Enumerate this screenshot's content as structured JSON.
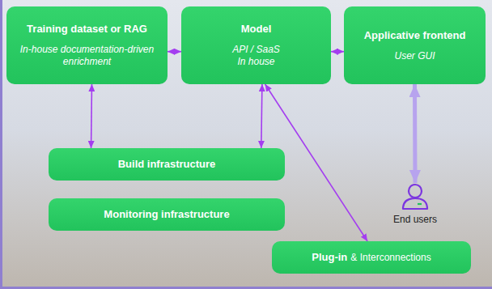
{
  "diagram": {
    "nodes": [
      {
        "text": [
          "Training dataset or RAG",
          "In-house documentation-driven enrichment"
        ]
      },
      {
        "text": [
          "Model",
          "API / SaaS",
          "In house"
        ]
      },
      {
        "text": [
          "Applicative frontend",
          "User GUI"
        ]
      },
      {
        "text": [
          "Build infrastructure"
        ]
      },
      {
        "text": [
          "End users"
        ]
      },
      {
        "text": [
          "Monitoring infrastructure"
        ]
      },
      {
        "text": [
          "Plug-in",
          "& Interconnections"
        ]
      }
    ],
    "edges": [
      {
        "from": 0,
        "to": 1,
        "arrow": "both"
      },
      {
        "from": 1,
        "to": 2,
        "arrow": "both"
      },
      {
        "from": 0,
        "to": 3,
        "arrow": "both"
      },
      {
        "from": 1,
        "to": 3,
        "arrow": "both"
      },
      {
        "from": 2,
        "to": 4,
        "arrow": "both"
      },
      {
        "from": 1,
        "to": 6,
        "arrow": "both"
      }
    ]
  }
}
